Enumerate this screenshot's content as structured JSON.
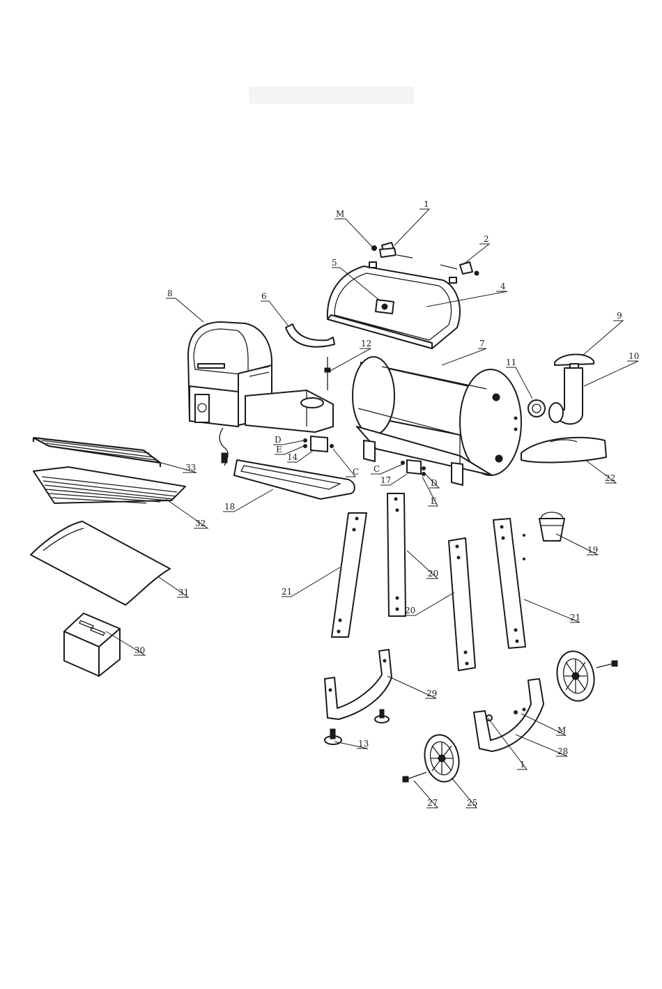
{
  "title": "",
  "callouts": [
    {
      "id": "lbl-1-top",
      "text": "1"
    },
    {
      "id": "lbl-M-top",
      "text": "M"
    },
    {
      "id": "lbl-2",
      "text": "2"
    },
    {
      "id": "lbl-5",
      "text": "5"
    },
    {
      "id": "lbl-4",
      "text": "4"
    },
    {
      "id": "lbl-8",
      "text": "8"
    },
    {
      "id": "lbl-6",
      "text": "6"
    },
    {
      "id": "lbl-12",
      "text": "12"
    },
    {
      "id": "lbl-7",
      "text": "7"
    },
    {
      "id": "lbl-9",
      "text": "9"
    },
    {
      "id": "lbl-10",
      "text": "10"
    },
    {
      "id": "lbl-11",
      "text": "11"
    },
    {
      "id": "lbl-D-left",
      "text": "D"
    },
    {
      "id": "lbl-E-left",
      "text": "E"
    },
    {
      "id": "lbl-14",
      "text": "14"
    },
    {
      "id": "lbl-C-left",
      "text": "C"
    },
    {
      "id": "lbl-33",
      "text": "33"
    },
    {
      "id": "lbl-18",
      "text": "18"
    },
    {
      "id": "lbl-C-right",
      "text": "C"
    },
    {
      "id": "lbl-17",
      "text": "17"
    },
    {
      "id": "lbl-D-right",
      "text": "D"
    },
    {
      "id": "lbl-E-right",
      "text": "E"
    },
    {
      "id": "lbl-22",
      "text": "22"
    },
    {
      "id": "lbl-32",
      "text": "32"
    },
    {
      "id": "lbl-19",
      "text": "19"
    },
    {
      "id": "lbl-20-upper",
      "text": "20"
    },
    {
      "id": "lbl-21-left",
      "text": "21"
    },
    {
      "id": "lbl-31",
      "text": "31"
    },
    {
      "id": "lbl-20-lower",
      "text": "20"
    },
    {
      "id": "lbl-21-right",
      "text": "21"
    },
    {
      "id": "lbl-30",
      "text": "30"
    },
    {
      "id": "lbl-29",
      "text": "29"
    },
    {
      "id": "lbl-M-bottom",
      "text": "M"
    },
    {
      "id": "lbl-13",
      "text": "13"
    },
    {
      "id": "lbl-28",
      "text": "28"
    },
    {
      "id": "lbl-1-bottom",
      "text": "1"
    },
    {
      "id": "lbl-27",
      "text": "27"
    },
    {
      "id": "lbl-25",
      "text": "25"
    }
  ]
}
